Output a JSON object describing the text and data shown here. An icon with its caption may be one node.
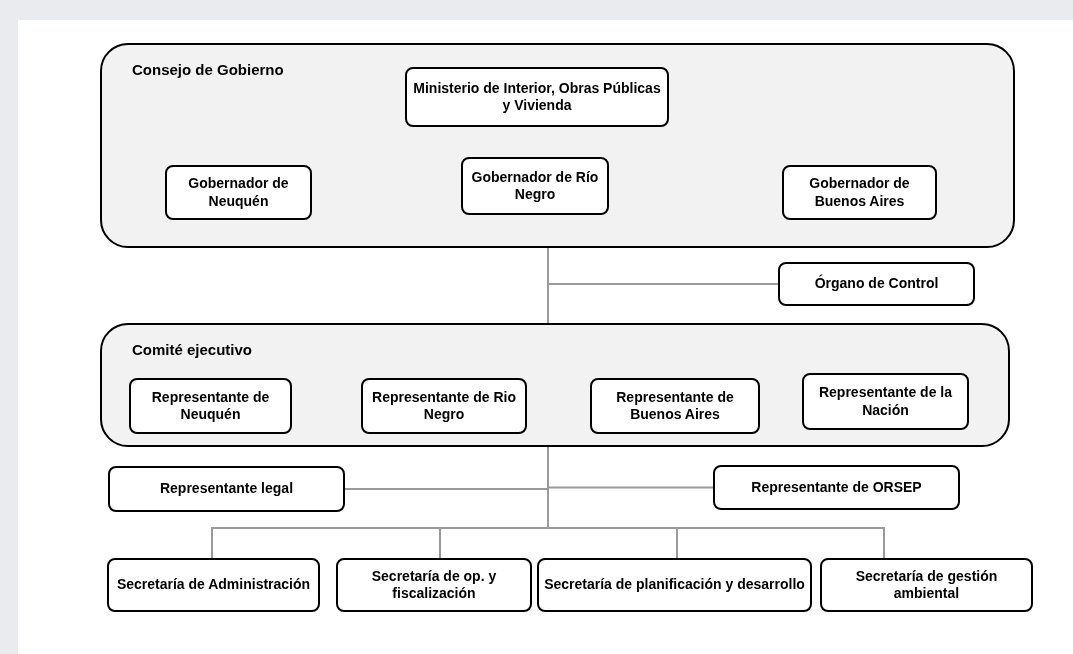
{
  "diagram": {
    "nodes": [
      {
        "text": [
          "Consejo de Gobierno"
        ]
      },
      {
        "text": [
          "Ministerio de Interior, Obras Públicas y Vivienda"
        ],
        "in": 0
      },
      {
        "text": [
          "Gobernador de Neuquén"
        ],
        "in": 0
      },
      {
        "text": [
          "Gobernador de Río Negro"
        ],
        "in": 0
      },
      {
        "text": [
          "Gobernador de Buenos Aires"
        ],
        "in": 0
      },
      {
        "text": [
          "Órgano de Control"
        ]
      },
      {
        "text": [
          "Comité ejecutivo"
        ]
      },
      {
        "text": [
          "Representante de Neuquén"
        ],
        "in": 6
      },
      {
        "text": [
          "Representante de Rio Negro"
        ],
        "in": 6
      },
      {
        "text": [
          "Representante de Buenos Aires"
        ],
        "in": 6
      },
      {
        "text": [
          "Representante de la Nación"
        ],
        "in": 6
      },
      {
        "text": [
          "Representante legal"
        ]
      },
      {
        "text": [
          "Representante de ORSEP"
        ]
      },
      {
        "text": [
          "Secretaría de Administración"
        ]
      },
      {
        "text": [
          "Secretaría de op. y fiscalización"
        ]
      },
      {
        "text": [
          "Secretaría de planificación y desarrollo"
        ]
      },
      {
        "text": [
          "Secretaría de gestión ambiental"
        ]
      }
    ],
    "edges": [
      {
        "from": 0,
        "to": 6,
        "arrow": "none"
      },
      {
        "from": 0,
        "to": 5,
        "arrow": "none"
      },
      {
        "from": 6,
        "to": 11,
        "arrow": "none"
      },
      {
        "from": 6,
        "to": 12,
        "arrow": "none"
      },
      {
        "from": 6,
        "to": 13,
        "arrow": "none"
      },
      {
        "from": 6,
        "to": 14,
        "arrow": "none"
      },
      {
        "from": 6,
        "to": 15,
        "arrow": "none"
      },
      {
        "from": 6,
        "to": 16,
        "arrow": "none"
      }
    ]
  }
}
